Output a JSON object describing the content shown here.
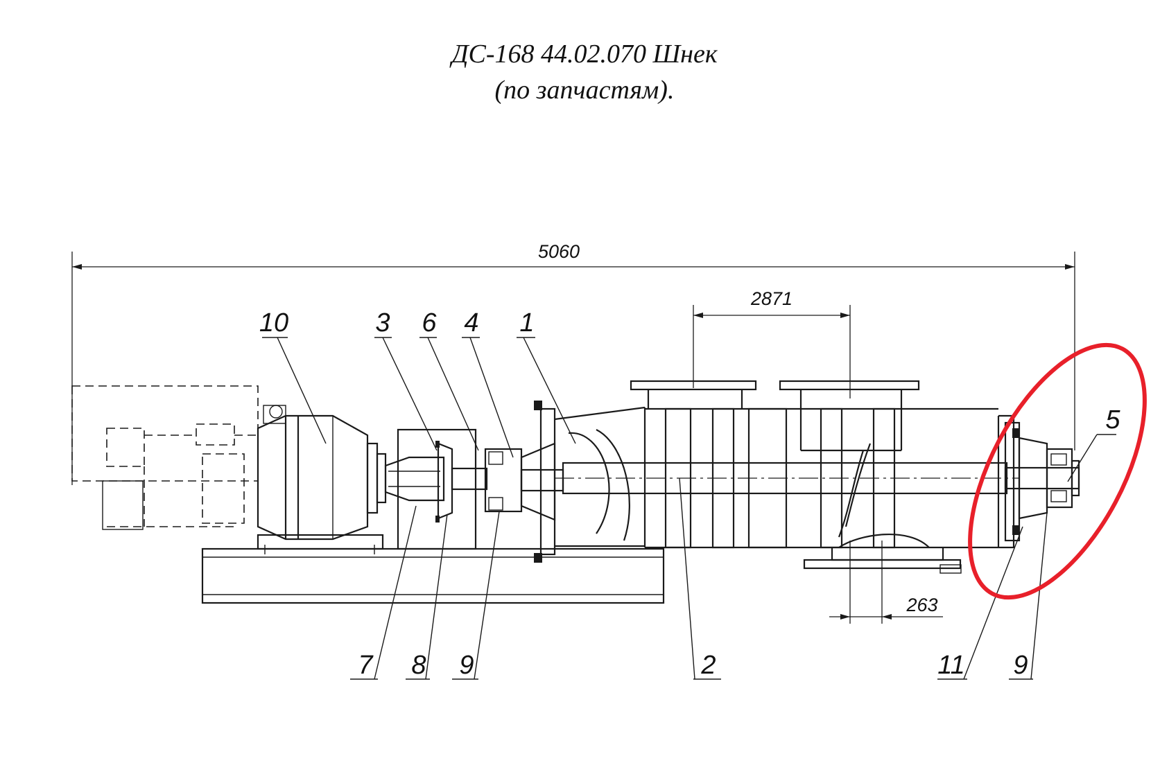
{
  "title": {
    "line1": "ДС-168 44.02.070 Шнек",
    "line2": "(по запчастям)."
  },
  "dimensions": {
    "overall": "5060",
    "mid": "2871",
    "small": "263"
  },
  "labels": {
    "l10": "10",
    "l3": "3",
    "l6": "6",
    "l4": "4",
    "l1": "1",
    "l5": "5",
    "l7": "7",
    "l8": "8",
    "l9a": "9",
    "l2": "2",
    "l11": "11",
    "l9b": "9"
  },
  "highlight": {
    "color": "#e8202a",
    "target": "5"
  }
}
